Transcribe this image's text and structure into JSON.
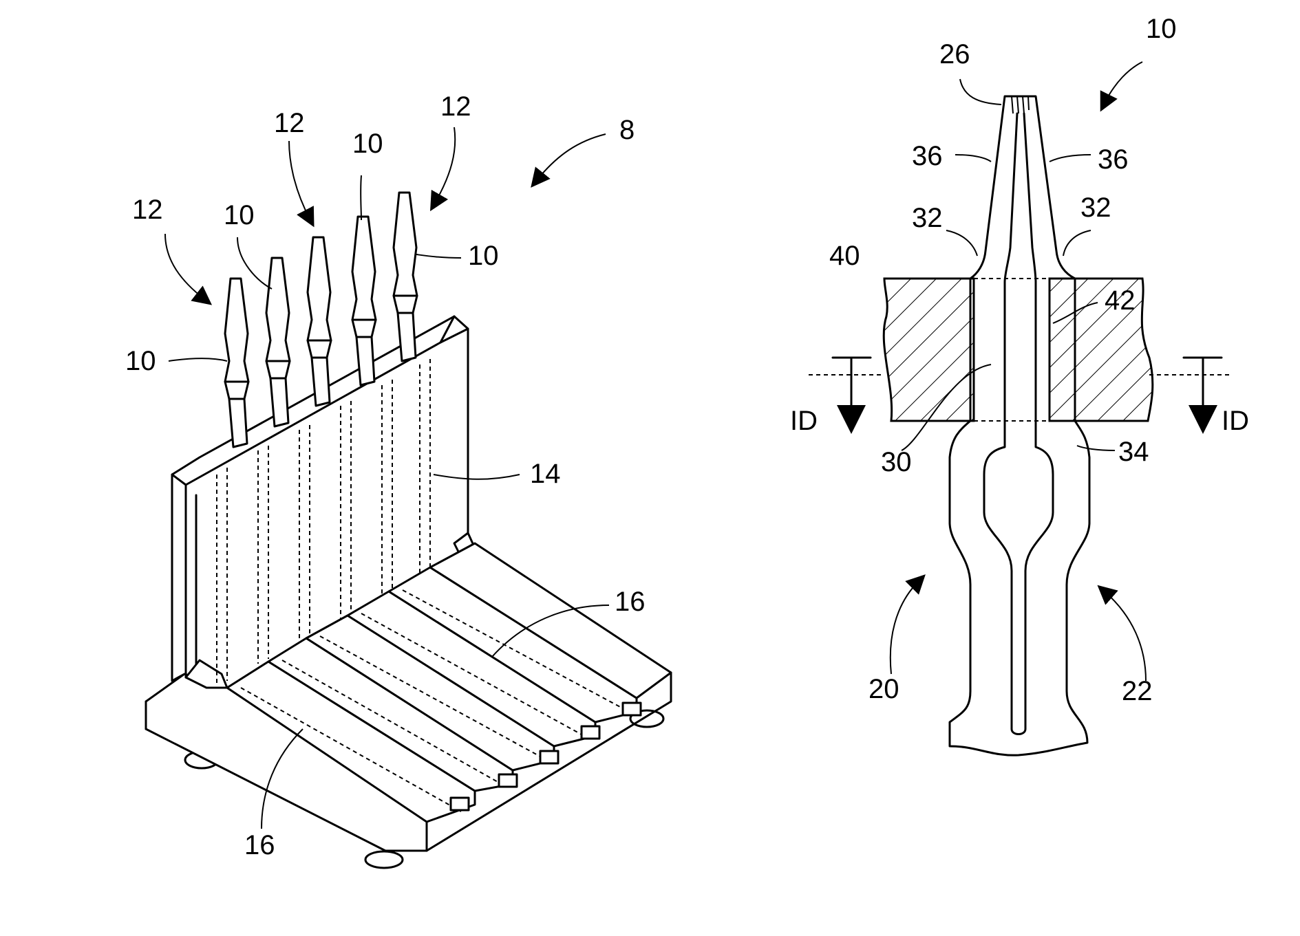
{
  "figure": {
    "left": {
      "labels": {
        "assembly": "8",
        "terminal_a": "10",
        "terminal_b": "10",
        "terminal_c": "10",
        "terminal_d": "10",
        "group_a": "12",
        "group_b": "12",
        "group_c": "12",
        "housing": "14",
        "contact_top": "16",
        "contact_bottom": "16"
      }
    },
    "right": {
      "labels": {
        "terminal": "10",
        "tip": "26",
        "beam_left": "36",
        "beam_right": "36",
        "shoulder_left": "32",
        "shoulder_right": "32",
        "board": "40",
        "hole": "42",
        "slot": "30",
        "neck": "34",
        "left_leg": "20",
        "right_leg": "22",
        "section_left": "ID",
        "section_right": "ID"
      }
    }
  }
}
